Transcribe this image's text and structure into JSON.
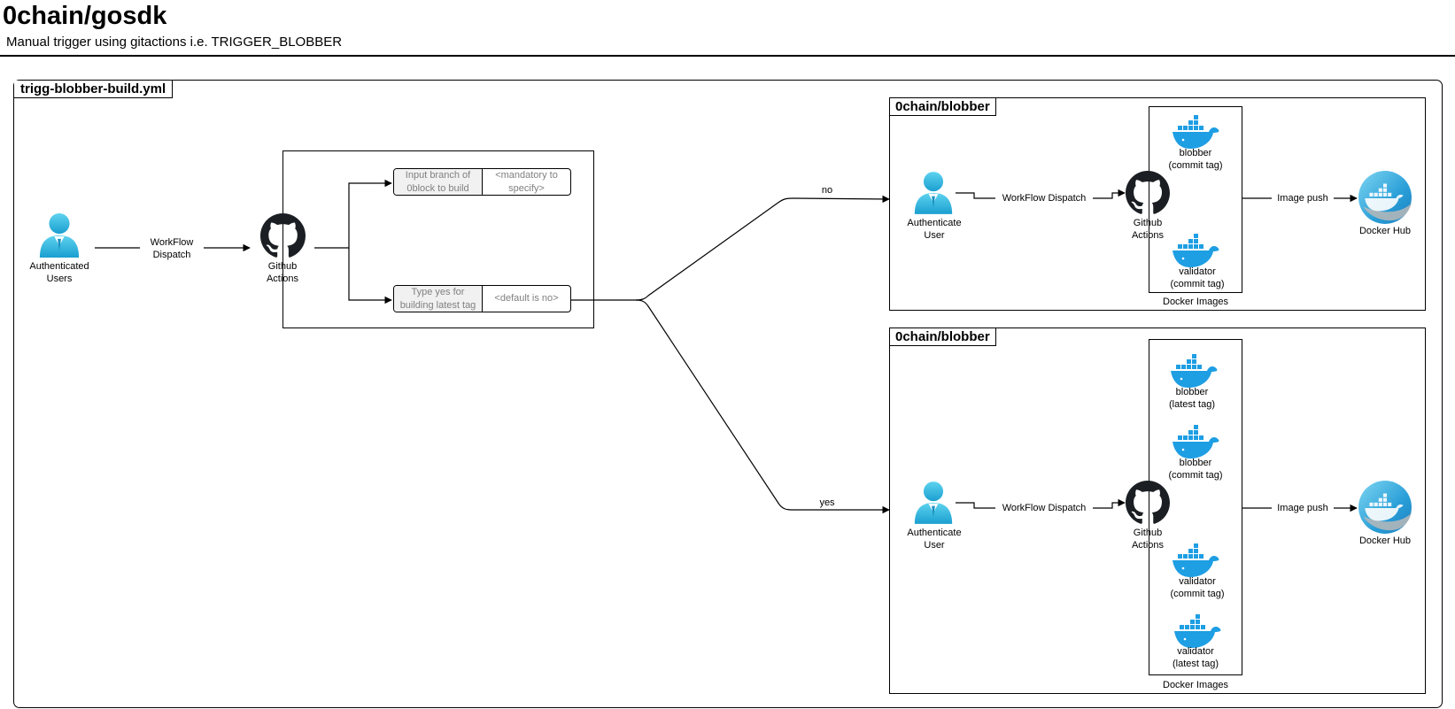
{
  "header": {
    "title": "0chain/gosdk",
    "subtitle": "Manual trigger using gitactions i.e. TRIGGER_BLOBBER"
  },
  "workflow": {
    "name": "trigg-blobber-build.yml",
    "user_label": "Authenticated\nUsers",
    "dispatch_label": "WorkFlow\nDispatch",
    "actions_label": "Github\nActions",
    "inputs": [
      {
        "key": "Input branch of 0block to build",
        "value": "<mandatory to specify>"
      },
      {
        "key": "Type yes for building latest tag",
        "value": "<default is no>"
      }
    ],
    "branch_no": "no",
    "branch_yes": "yes"
  },
  "repos": [
    {
      "name": "0chain/blobber",
      "user_label": "Authenticate\nUser",
      "dispatch_label": "WorkFlow Dispatch",
      "actions_label": "Github\nActions",
      "images": [
        {
          "label": "blobber\n(commit tag)"
        },
        {
          "label": "validator\n(commit tag)"
        }
      ],
      "images_group_label": "Docker Images",
      "push_label": "Image push",
      "hub_label": "Docker Hub"
    },
    {
      "name": "0chain/blobber",
      "user_label": "Authenticate\nUser",
      "dispatch_label": "WorkFlow Dispatch",
      "actions_label": "Github\nActions",
      "images": [
        {
          "label": "blobber\n(latest tag)"
        },
        {
          "label": "blobber\n(commit tag)"
        },
        {
          "label": "validator\n(commit tag)"
        },
        {
          "label": "validator\n(latest tag)"
        }
      ],
      "images_group_label": "Docker Images",
      "push_label": "Image push",
      "hub_label": "Docker Hub"
    }
  ],
  "colors": {
    "accent": "#1e9ee3",
    "icon_dark": "#1b1f23"
  }
}
